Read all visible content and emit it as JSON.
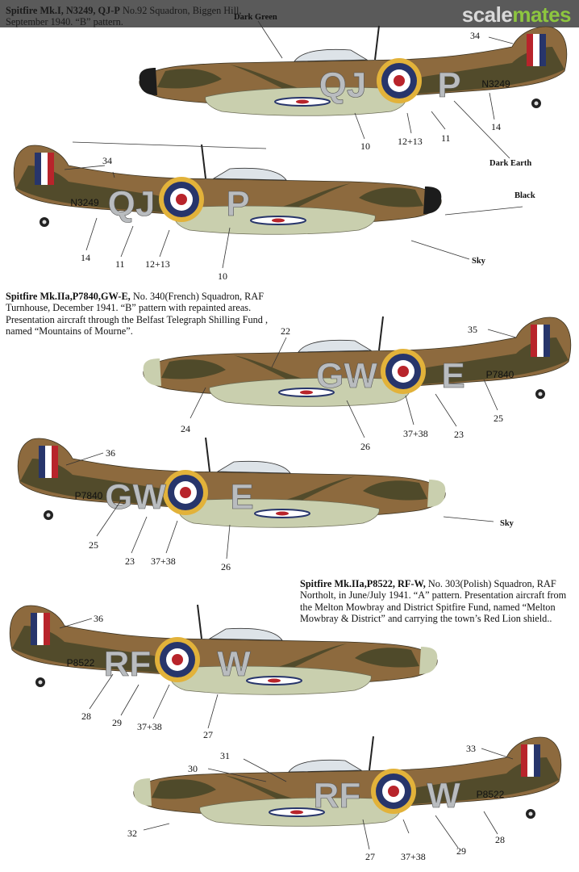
{
  "watermark": {
    "part1": "scale",
    "part2": "mates"
  },
  "captions": [
    {
      "title": "Spitfire Mk.I, N3249, QJ-P",
      "text": " No.92 Squadron, Biggen Hill, September 1940. “B” pattern."
    },
    {
      "title": "Spitfire Mk.IIa,P7840,GW-E,",
      "text": " No. 340(French) Squadron, RAF Turnhouse, December 1941. “B” pattern with repainted areas. Presentation aircraft through the Belfast Telegraph Shilling Fund , named “Mountains of Mourne”."
    },
    {
      "title": "Spitfire Mk.IIa,P8522, RF-W,",
      "text": " No. 303(Polish) Squadron, RAF Northolt, in June/July 1941. “A” pattern. Presentation aircraft from the Melton Mowbray and District Spitfire Fund, named “Melton Mowbray & District” and carrying the town’s Red Lion shield.."
    }
  ],
  "colors": {
    "dark_green": "#4f4a2a",
    "dark_earth": "#8d6a3e",
    "sky": "#c9cfae",
    "code": "#b9bcbf",
    "roundel_yellow": "#e2b23a",
    "roundel_blue": "#27356b",
    "roundel_red": "#b8242b",
    "spinner_black": "#1c1c1c"
  },
  "planes": [
    {
      "codes": [
        "QJ",
        "P"
      ],
      "serial": "N3249"
    },
    {
      "codes": [
        "P",
        "QJ"
      ],
      "serial": "N3249"
    },
    {
      "codes": [
        "GW",
        "E"
      ],
      "serial": "P7840"
    },
    {
      "codes": [
        "E",
        "GW"
      ],
      "serial": "P7840"
    },
    {
      "codes": [
        "W",
        "RF"
      ],
      "serial": "P8522"
    },
    {
      "codes": [
        "RF",
        "W"
      ],
      "serial": "P8522"
    }
  ],
  "labels": {
    "dark_green": "Dark Green",
    "dark_earth": "Dark Earth",
    "black": "Black",
    "sky": "Sky",
    "n10": "10",
    "n11": "11",
    "n12_13": "12+13",
    "n14": "14",
    "n22": "22",
    "n23": "23",
    "n24": "24",
    "n25": "25",
    "n26": "26",
    "n27": "27",
    "n28": "28",
    "n29": "29",
    "n30": "30",
    "n31": "31",
    "n32": "32",
    "n33": "33",
    "n34": "34",
    "n35": "35",
    "n36": "36",
    "n37_38": "37+38"
  }
}
